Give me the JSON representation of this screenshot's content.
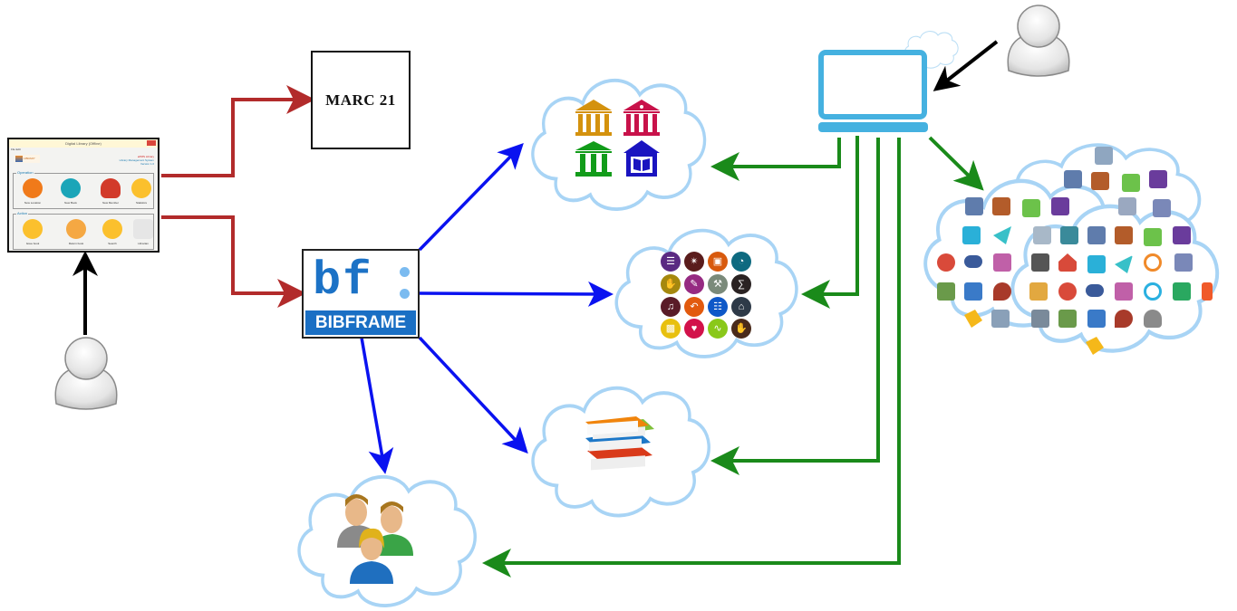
{
  "diagram": {
    "title": "",
    "colors": {
      "marc_flow": "#b22b2b",
      "bibframe_flow": "#0a12f0",
      "web_flow": "#1a8a1a",
      "user_flow": "#000000",
      "cloud_outline": "#a8d4f5",
      "bibframe_brand": "#1a6fc4",
      "laptop": "#45b1e0"
    },
    "nodes": {
      "desktop_app": {
        "window_title": "Digital Library (Offline)",
        "menu": "File Edit",
        "logo_text": "LIBRARY",
        "info_lines": [
          "ePMS Library",
          "Library Management System",
          "Version 1.0"
        ],
        "operation_group": "Operation",
        "operation_buttons": [
          "New Location",
          "New Book",
          "New Member",
          "Statistics"
        ],
        "action_group": "Action",
        "action_buttons": [
          "Issue book",
          "Return book",
          "Search",
          "Librarian"
        ]
      },
      "marc21": {
        "label": "MARC 21"
      },
      "bibframe": {
        "logo": "bf",
        "label": "BIBFRAME"
      },
      "libraries_cloud": {
        "icons": [
          "library-gold-icon",
          "library-red-icon",
          "library-green-icon",
          "library-blue-icon"
        ]
      },
      "subjects_cloud": {
        "icons": [
          "ladder-icon",
          "molecule-icon",
          "sofa-icon",
          "head-icon",
          "fist-icon",
          "pen-icon",
          "tools-icon",
          "equation-icon",
          "music-note-icon",
          "arrow-u-turn-icon",
          "book-icon",
          "building-icon",
          "bar-graph-icon",
          "heart-icon",
          "dna-icon",
          "hand-icon"
        ]
      },
      "books_cloud": {
        "icon": "book-stack-icon"
      },
      "people_cloud": {
        "icon": "user-group-icon"
      },
      "web_app": {
        "icon": "globe-network-icon"
      },
      "resources_cloud": {
        "icons": [
          "floppy-icon",
          "briefcase-icon",
          "map-icon",
          "file-01-icon",
          "chat-icon",
          "paper-plane-icon",
          "clock-icon",
          "heart-icon",
          "toggle-icon",
          "folder-icon",
          "camera-icon",
          "pin-icon",
          "tag-icon",
          "megaphone-icon",
          "rocket-icon",
          "microphone-icon",
          "film-icon",
          "home-icon",
          "phone-icon",
          "thumbs-down-icon",
          "search-icon",
          "mail-icon",
          "flag-icon",
          "browser-icon",
          "picture-icon",
          "cloud-storm-icon",
          "monitor-icon",
          "brush-icon"
        ]
      },
      "users": [
        "local-user",
        "web-user"
      ]
    },
    "edges": [
      {
        "from": "desktop_app",
        "to": "marc21",
        "color": "marc_flow"
      },
      {
        "from": "desktop_app",
        "to": "bibframe",
        "color": "marc_flow"
      },
      {
        "from": "bibframe",
        "to": "libraries_cloud",
        "color": "bibframe_flow"
      },
      {
        "from": "bibframe",
        "to": "subjects_cloud",
        "color": "bibframe_flow"
      },
      {
        "from": "bibframe",
        "to": "books_cloud",
        "color": "bibframe_flow"
      },
      {
        "from": "bibframe",
        "to": "people_cloud",
        "color": "bibframe_flow"
      },
      {
        "from": "web_app",
        "to": "libraries_cloud",
        "color": "web_flow"
      },
      {
        "from": "web_app",
        "to": "subjects_cloud",
        "color": "web_flow"
      },
      {
        "from": "web_app",
        "to": "books_cloud",
        "color": "web_flow"
      },
      {
        "from": "web_app",
        "to": "people_cloud",
        "color": "web_flow"
      },
      {
        "from": "web_app",
        "to": "resources_cloud",
        "color": "web_flow"
      },
      {
        "from": "local-user",
        "to": "desktop_app",
        "color": "user_flow"
      },
      {
        "from": "web-user",
        "to": "web_app",
        "color": "user_flow"
      }
    ]
  }
}
